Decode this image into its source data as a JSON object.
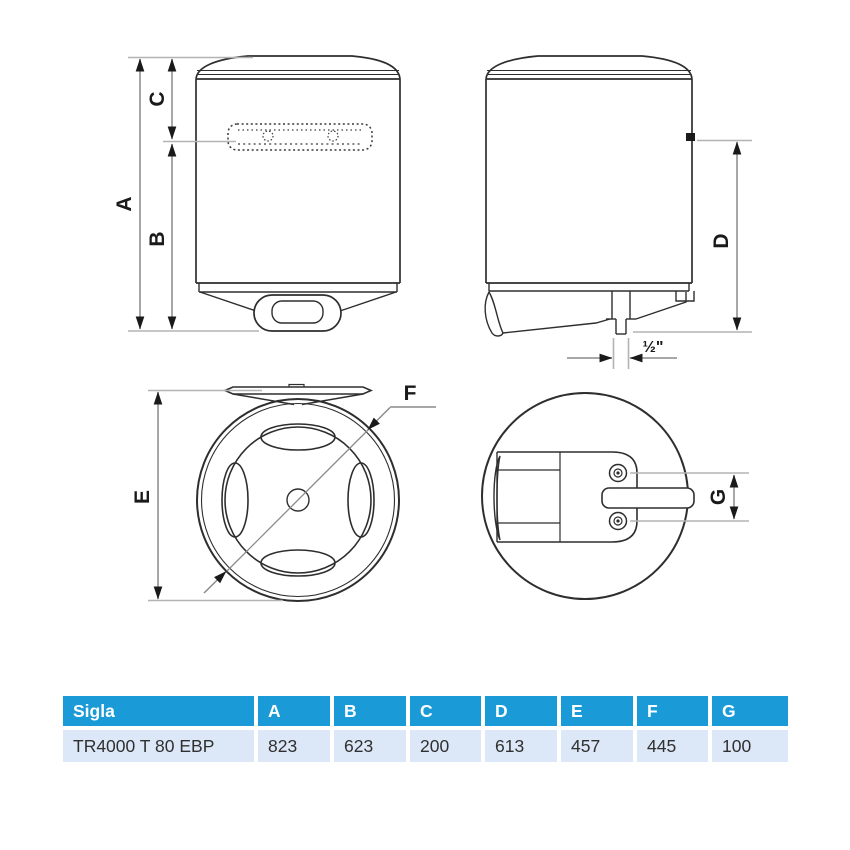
{
  "diagram": {
    "dimension_labels": {
      "a": "A",
      "b": "B",
      "c": "C",
      "d": "D",
      "e": "E",
      "f": "F",
      "g": "G"
    },
    "pipe_size_label": "½\""
  },
  "table": {
    "headers": [
      "Sigla",
      "A",
      "B",
      "C",
      "D",
      "E",
      "F",
      "G"
    ],
    "rows": [
      [
        "TR4000 T 80 EBP",
        "823",
        "623",
        "200",
        "613",
        "457",
        "445",
        "100"
      ]
    ]
  },
  "colors": {
    "table_header_bg": "#1a9ad6",
    "table_header_text": "#ffffff",
    "table_row_bg": "#dce8f7",
    "table_row_text": "#303030",
    "drawing_line": "#2e2e2e",
    "dimension_line": "#8a8a8a",
    "extension_line": "#b3b3b3"
  }
}
